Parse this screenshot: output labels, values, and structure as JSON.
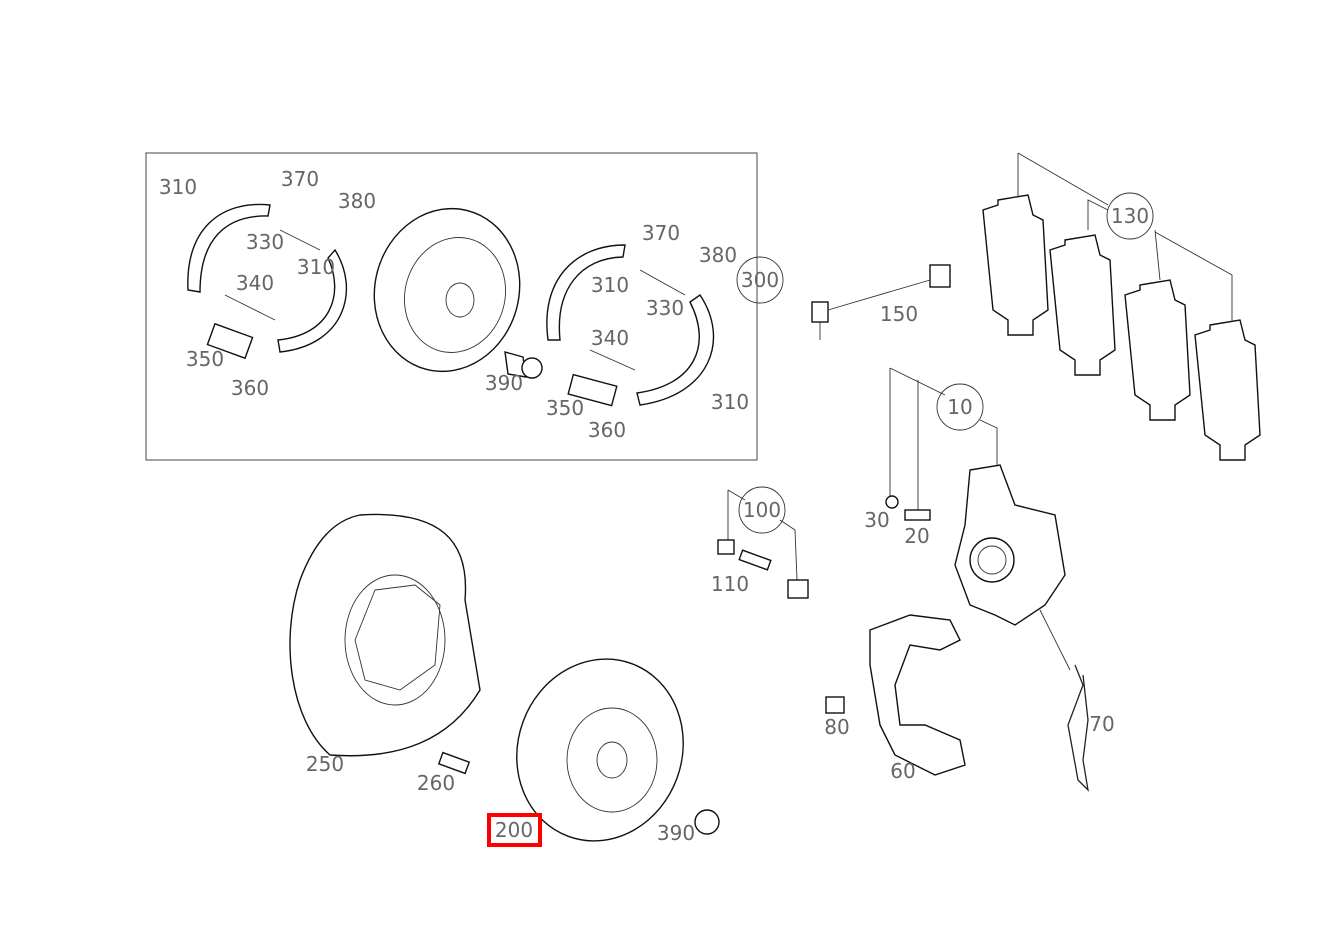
{
  "highlight_color": "#ff0000",
  "labels": {
    "l310a": "310",
    "l370a": "370",
    "l380a": "380",
    "l330a": "330",
    "l340a": "340",
    "l310b": "310",
    "l350a": "350",
    "l360a": "360",
    "l390a": "390",
    "l370b": "370",
    "l380b": "380",
    "l310c": "310",
    "l330b": "330",
    "l340b": "340",
    "l350b": "350",
    "l360b": "360",
    "l310d": "310",
    "l300": "300",
    "l150": "150",
    "l130": "130",
    "l10": "10",
    "l30": "30",
    "l20": "20",
    "l100": "100",
    "l110": "110",
    "l250": "250",
    "l260": "260",
    "l200": "200",
    "l390b": "390",
    "l80": "80",
    "l60": "60",
    "l70": "70"
  }
}
